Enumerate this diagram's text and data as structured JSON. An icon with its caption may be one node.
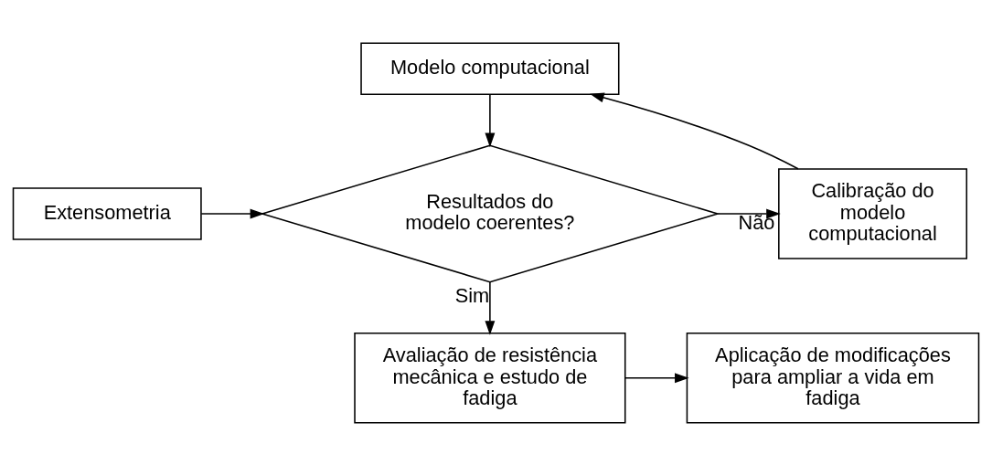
{
  "diagram": {
    "nodes": [
      {
        "text": [
          "Modelo computacional"
        ]
      },
      {
        "text": [
          "Extensometria"
        ]
      },
      {
        "text": [
          "Resultados do modelo coerentes?"
        ]
      },
      {
        "text": [
          "Calibração do modelo computacional"
        ]
      },
      {
        "text": [
          "Avaliação de resistência mecânica e estudo de fadiga"
        ]
      },
      {
        "text": [
          "Aplicação de modificações para ampliar a vida em fadiga"
        ]
      }
    ],
    "edges": [
      {
        "from": 0,
        "to": 2,
        "arrow": "to"
      },
      {
        "from": 1,
        "to": 2,
        "arrow": "to"
      },
      {
        "from": 2,
        "to": 3,
        "arrow": "to",
        "label": "Não"
      },
      {
        "from": 3,
        "to": 0,
        "arrow": "to"
      },
      {
        "from": 2,
        "to": 4,
        "arrow": "to",
        "label": "Sim"
      },
      {
        "from": 4,
        "to": 5,
        "arrow": "to"
      }
    ]
  }
}
